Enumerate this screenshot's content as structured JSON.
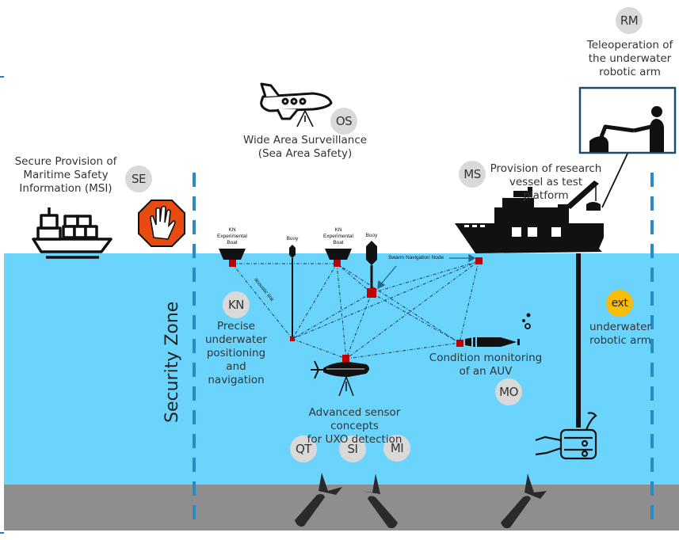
{
  "zones": {
    "security_zone_label": "Security Zone"
  },
  "badges": {
    "se": "SE",
    "os": "OS",
    "rm": "RM",
    "ms": "MS",
    "kn": "KN",
    "mo": "MO",
    "ext": "ext",
    "qt": "QT",
    "si": "SI",
    "mi": "MI"
  },
  "labels": {
    "msi": [
      "Secure Provision of",
      "Maritime Safety",
      "Information (MSI)"
    ],
    "surveillance": [
      "Wide Area Surveillance",
      "(Sea Area Safety)"
    ],
    "teleoperation": [
      "Teleoperation of",
      "the underwater",
      "robotic arm"
    ],
    "research_vessel": [
      "Provision of research",
      "vessel as test platform"
    ],
    "positioning": [
      "Precise",
      "underwater",
      "positioning",
      "and",
      "navigation"
    ],
    "auv_monitoring": [
      "Condition monitoring",
      "of an AUV"
    ],
    "robotic_arm": [
      "underwater",
      "robotic arm"
    ],
    "uxo": [
      "Advanced sensor concepts",
      "for UXO detection"
    ]
  },
  "small_labels": {
    "kn_boat_1": [
      "KN",
      "Experimental",
      "Boat"
    ],
    "buoy_1": "Buoy",
    "kn_boat_2": [
      "KN",
      "Experimental",
      "Boat"
    ],
    "buoy_2": "Buoy",
    "swarm_node": "Swarm Navigation Node",
    "acoustic_link": "acoustic link"
  },
  "icons": {
    "cargo_ship": "cargo-ship-icon",
    "stop_hand": "stop-hand-icon",
    "airplane": "surveillance-airplane-icon",
    "research_vessel": "research-vessel-icon",
    "teleoperator": "teleoperator-icon",
    "auv": "auv-icon",
    "sensor_vehicle": "sensor-vehicle-icon",
    "rov": "rov-icon",
    "uxo": "uxo-bomb-icon"
  },
  "colors": {
    "water": "#6bd4fc",
    "seabed": "#8e8e8e",
    "node": "#c00000",
    "zone_line": "#2a8ac4",
    "badge": "#d9d9d9",
    "badge_ext": "#fbbc05",
    "stop_sign": "#e84a10"
  }
}
